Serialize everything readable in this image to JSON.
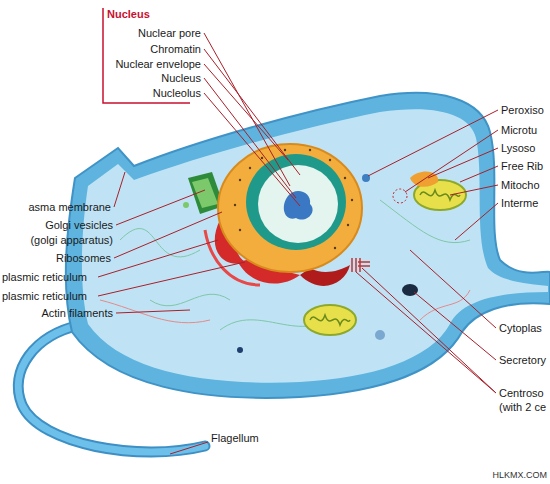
{
  "diagram": {
    "labels": [
      "Nucleus",
      "Nuclear pore",
      "Chromatin",
      "Nuclear envelope",
      "Nucleus",
      "Nucleolus",
      "Peroxiso",
      "Microtu",
      "Lysoso",
      "Free Rib",
      "Mitocho",
      "Interme",
      "asma membrane",
      "Golgi vesicles",
      "(golgi apparatus)",
      "Ribosomes",
      "plasmic reticulum",
      "plasmic reticulum",
      "Actin filaments",
      "Cytoplas",
      "Secretory",
      "Centroso",
      "(with 2 ce",
      "Flagellum",
      "HLKMX.COM"
    ]
  }
}
